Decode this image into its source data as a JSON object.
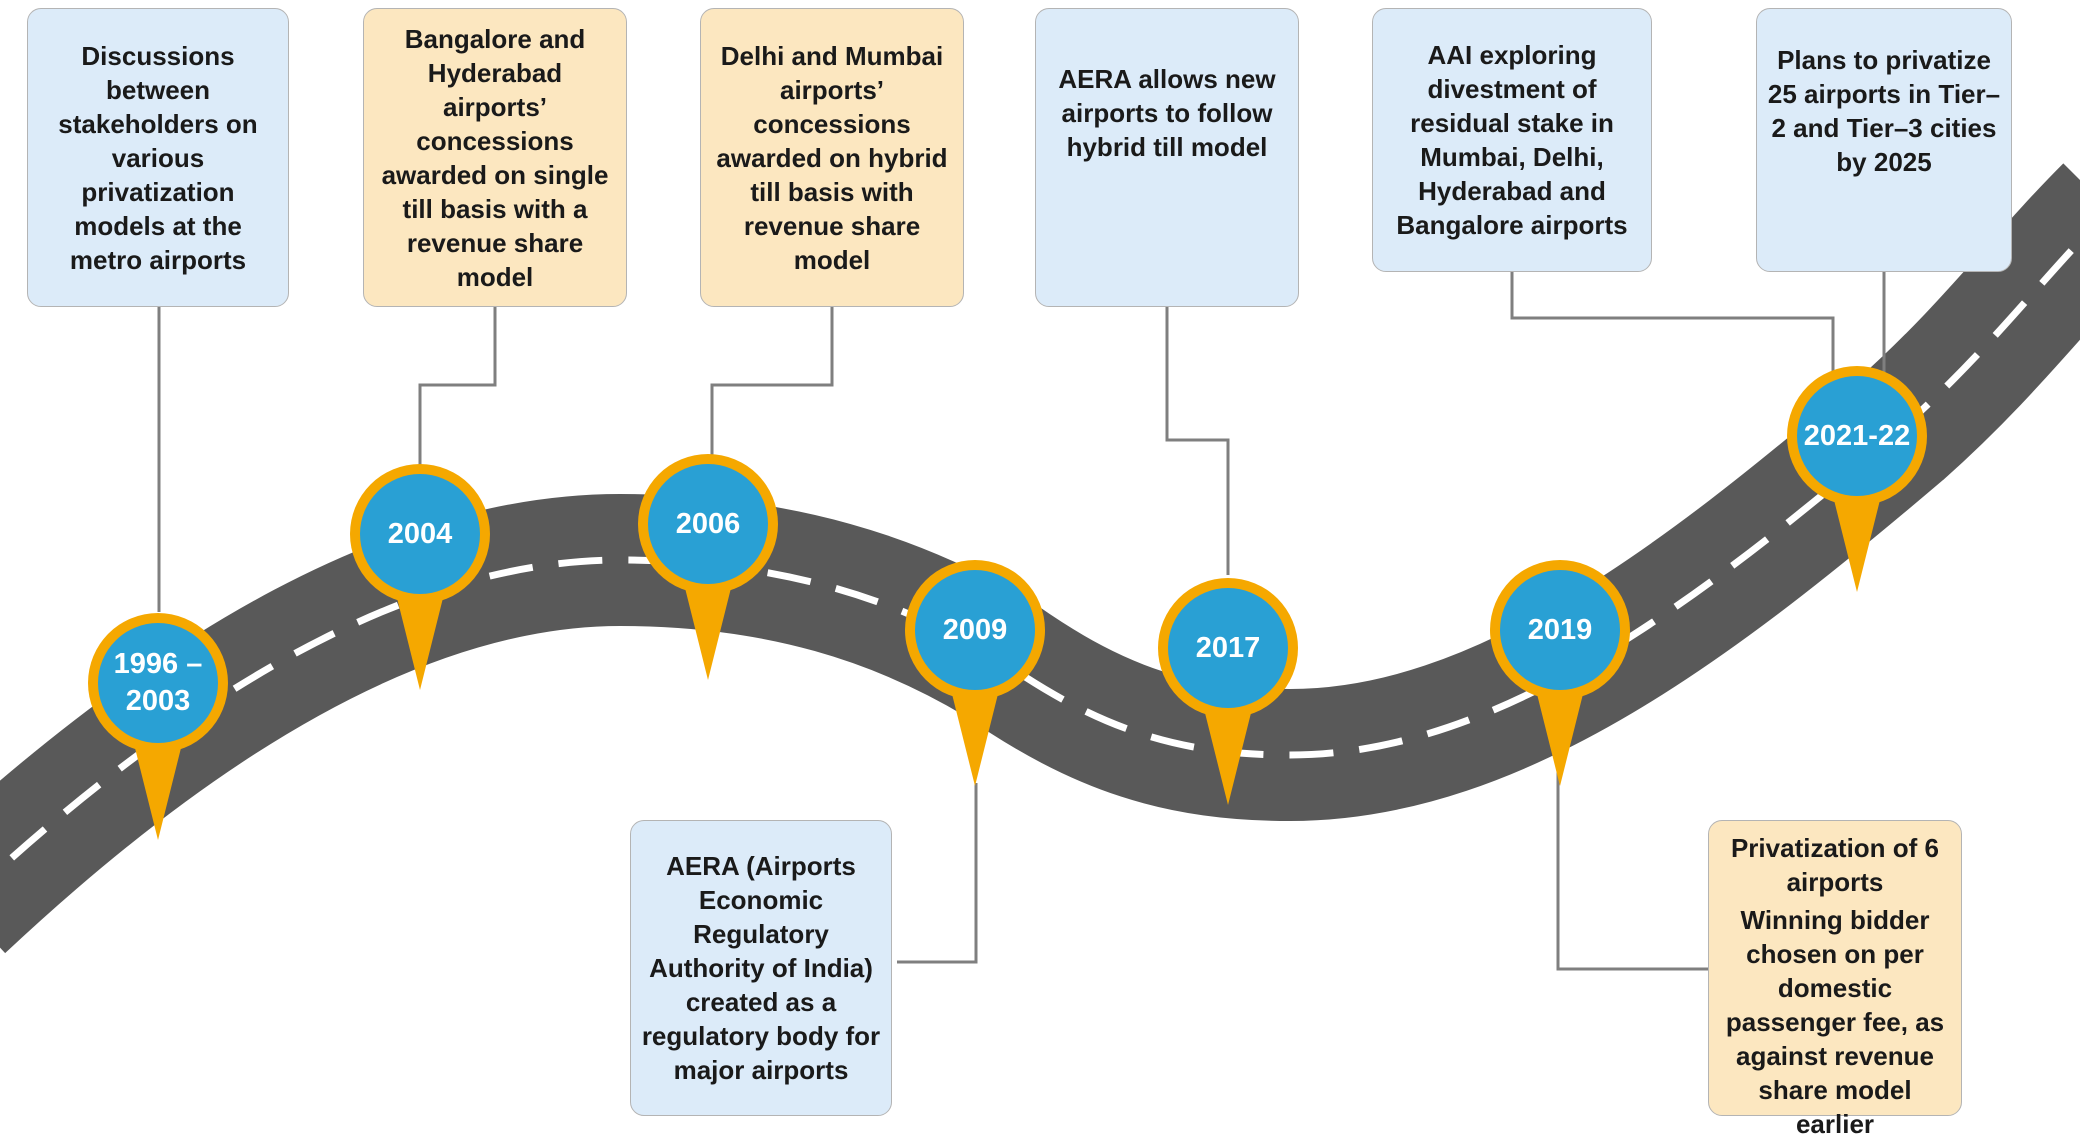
{
  "colors": {
    "road": "#595959",
    "lane_marking": "#ffffff",
    "pin_body": "#29a0d4",
    "pin_ring": "#f5a800",
    "connector": "#7f7f7f",
    "box_blue": "#dcebf9",
    "box_peach": "#fce7c0"
  },
  "milestones": [
    {
      "id": "m1",
      "year": "1996 – 2003",
      "box_color": "blue",
      "text": "Discussions between stakeholders on various privatization models at the metro airports"
    },
    {
      "id": "m2",
      "year": "2004",
      "box_color": "peach",
      "text": "Bangalore and Hyderabad airports’ concessions awarded on single till basis with a revenue share model"
    },
    {
      "id": "m3",
      "year": "2006",
      "box_color": "peach",
      "text": "Delhi and Mumbai airports’ concessions awarded on hybrid till basis with revenue share model"
    },
    {
      "id": "m4",
      "year": "2009",
      "box_color": "blue",
      "text": "AERA (Airports Economic Regulatory Authority of India) created as a regulatory body for major airports"
    },
    {
      "id": "m5",
      "year": "2017",
      "box_color": "blue",
      "text": "AERA allows new airports to follow hybrid till model"
    },
    {
      "id": "m6",
      "year": "2019",
      "box_color": "peach",
      "text_lines": [
        "Privatization of 6 airports",
        "Winning bidder chosen on per domestic passenger fee, as against revenue share model earlier"
      ]
    },
    {
      "id": "m7",
      "year": "2021-22",
      "box_color": "blue",
      "text": "AAI exploring divestment of residual stake in Mumbai, Delhi, Hyderabad and Bangalore airports"
    },
    {
      "id": "m8",
      "year": "2021-22",
      "box_color": "blue",
      "text": "Plans to privatize 25 airports in Tier–2 and Tier–3 cities by 2025"
    }
  ]
}
